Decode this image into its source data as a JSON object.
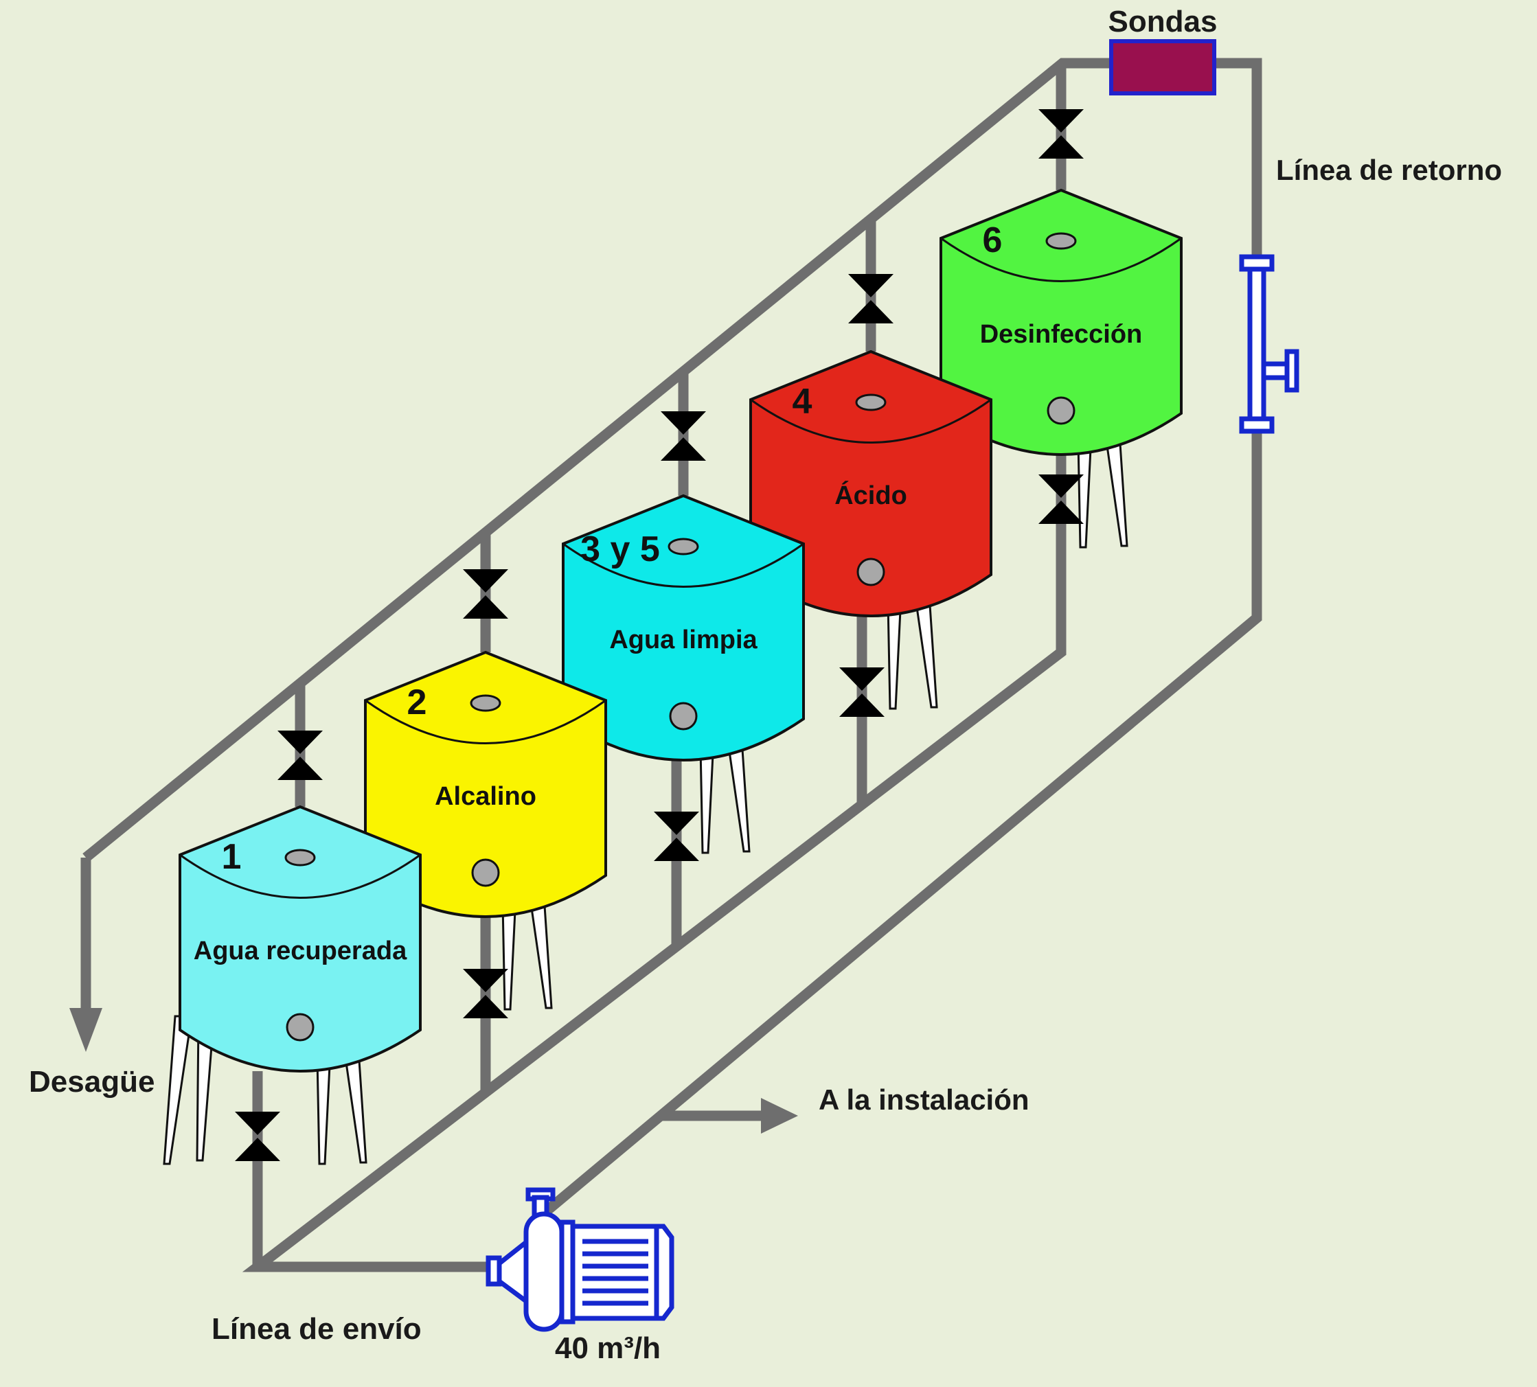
{
  "labels": {
    "probes": "Sondas",
    "return_line": "Línea de retorno",
    "drain": "Desagüe",
    "to_installation": "A la instalación",
    "send_line": "Línea de envío",
    "pump_flow_rate": "40 m³/h"
  },
  "tanks": [
    {
      "number": "1",
      "label": "Agua recuperada",
      "color": "#79F2F2"
    },
    {
      "number": "2",
      "label": "Alcalino",
      "color": "#FAF400"
    },
    {
      "number": "3 y 5",
      "label": "Agua limpia",
      "color": "#0EE9E9"
    },
    {
      "number": "4",
      "label": "Ácido",
      "color": "#E2261B"
    },
    {
      "number": "6",
      "label": "Desinfección",
      "color": "#52F441"
    }
  ],
  "colors": {
    "background": "#E9EFDA",
    "pipe": "#6E6E6E",
    "valve": "#000000",
    "probe_box_fill": "#99104E",
    "probe_box_border": "#2222CC",
    "equipment_blue": "#1527CE",
    "port_gray": "#A8A8A8"
  }
}
